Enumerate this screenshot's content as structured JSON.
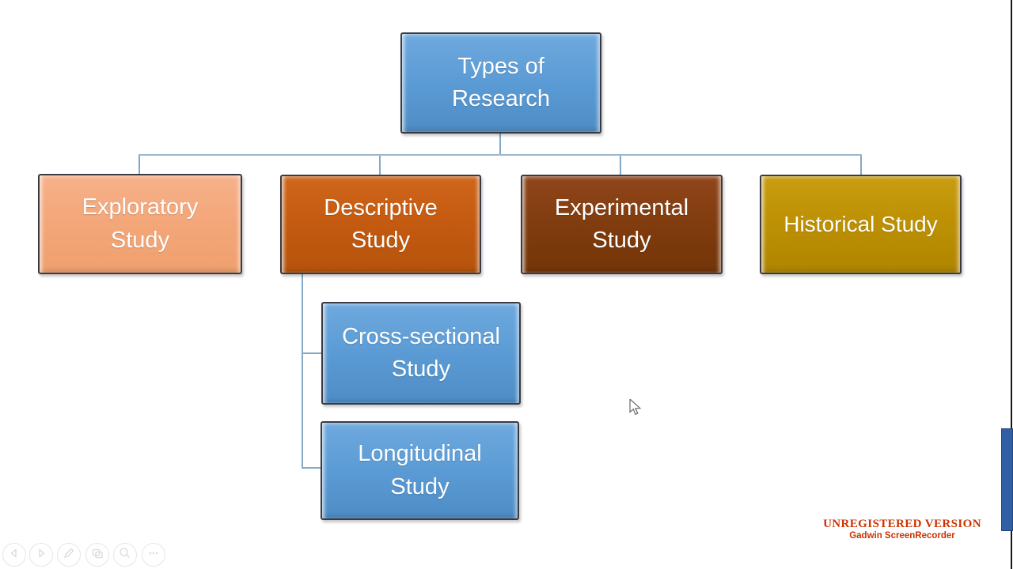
{
  "slide": {
    "background": "#ffffff"
  },
  "diagram": {
    "type": "hierarchy",
    "root": {
      "label": "Types of\nResearch",
      "fill": "#5b9bd5",
      "children": [
        {
          "label": "Exploratory\nStudy",
          "fill": "#f3a678",
          "children": []
        },
        {
          "label": "Descriptive\nStudy",
          "fill": "#c35a10",
          "children": [
            {
              "label": "Cross-sectional\nStudy",
              "fill": "#5b9bd5"
            },
            {
              "label": "Longitudinal\nStudy",
              "fill": "#5b9bd5"
            }
          ]
        },
        {
          "label": "Experimental\nStudy",
          "fill": "#803c0e",
          "children": []
        },
        {
          "label": "Historical Study",
          "fill": "#bd9004",
          "children": []
        }
      ]
    },
    "text_color": "#ffffff",
    "connector_color": "#84a8c6"
  },
  "toolbar": {
    "buttons": [
      {
        "name": "previous-slide"
      },
      {
        "name": "next-slide"
      },
      {
        "name": "pen"
      },
      {
        "name": "see-all-slides"
      },
      {
        "name": "zoom"
      },
      {
        "name": "more-options"
      }
    ]
  },
  "watermark": {
    "line1": "UNREGISTERED VERSION",
    "line2": "Gadwin ScreenRecorder",
    "color": "#cc3300"
  },
  "scrollbar": {
    "thumb_color": "#305fa6"
  }
}
